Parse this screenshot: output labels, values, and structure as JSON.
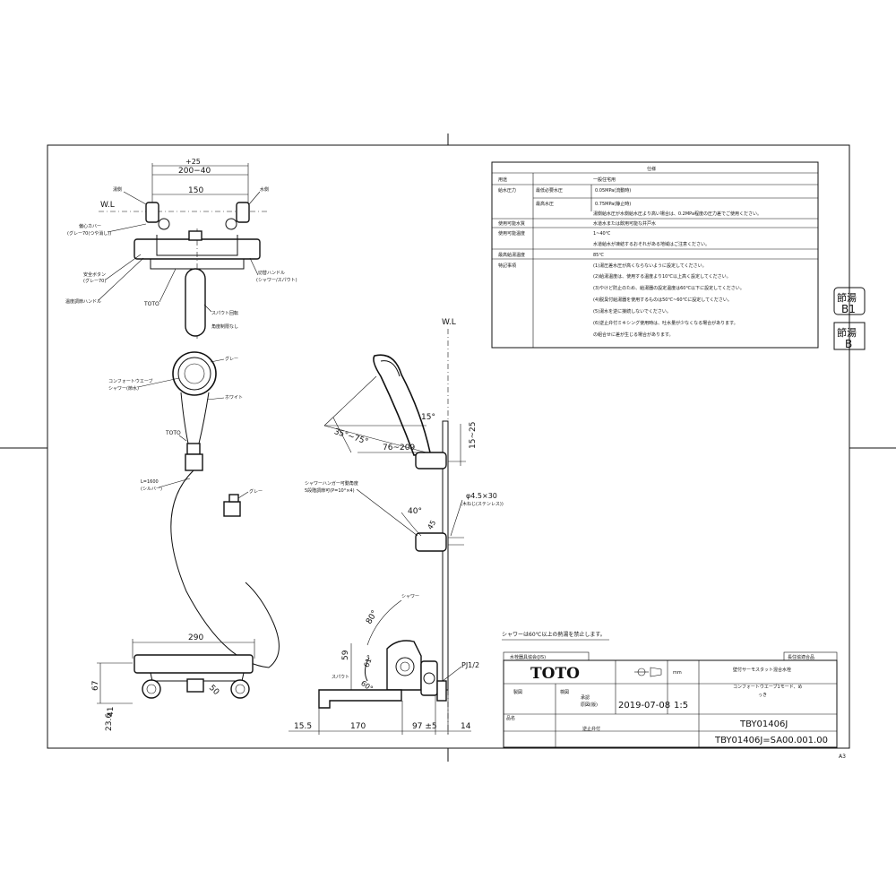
{
  "sheet": {
    "paper_size": "A3"
  },
  "top_view": {
    "dim_plus25": "+25",
    "dim_200_40": "200−40",
    "dim_150": "150",
    "wl": "W.L",
    "lbl_hot": "湯側",
    "lbl_cold": "水側",
    "lbl_cover": "偏心カバー",
    "lbl_cover_sub": "(グレー70(つや消し))",
    "lbl_safety": "安全ボタン",
    "lbl_safety_sub": "(グレー70)",
    "lbl_temp": "温度調節ハンドル",
    "lbl_switch": "切替ハンドル",
    "lbl_switch_sub": "(シャワー/スパウト)",
    "brand": "TOTO",
    "lbl_spout": "スパウト回転",
    "lbl_spout_sub": "角度制限なし"
  },
  "shower_head": {
    "lbl_name": "コンフォートウエーブ",
    "lbl_name_sub": "シャワー(節水)",
    "lbl_grey": "グレー",
    "lbl_white": "ホワイト",
    "brand": "TOTO",
    "lbl_hose": "L=1600",
    "lbl_hose_sub": "(シルバー)",
    "lbl_holder_grey": "グレー"
  },
  "side_view": {
    "wl": "W.L",
    "ang_15": "15°",
    "ang_35_75": "35°~75°",
    "dim_76_209": "76~209",
    "dim_15_25": "15~25",
    "lbl_hanger": "シャワーハンガー可動角度",
    "lbl_hanger_sub": "5段階調節可(P=10°×4)",
    "lbl_screw": "φ4.5×30",
    "lbl_screw_sub": "(木ねじ(ステンレス))",
    "ang_40": "40°",
    "dim_45": "45",
    "lbl_shower": "シャワー",
    "ang_80": "80°",
    "dim_59": "59",
    "ang_61": "61°",
    "ang_60": "60°",
    "lbl_spout": "スパウト",
    "pipe": "PJ1/2",
    "dim_15_5": "15.5",
    "dim_170": "170",
    "dim_97": "97 ±5",
    "dim_14": "14"
  },
  "front_view": {
    "dim_290": "290",
    "dim_67": "67",
    "dim_41": "41",
    "dim_23_6": "23.6",
    "dim_50": "50"
  },
  "spec_table": {
    "title": "仕様",
    "rows": [
      {
        "item": "用途",
        "sub": "",
        "value": "一般住宅用"
      },
      {
        "item": "給水圧力",
        "sub": "最低必要水圧",
        "value": "0.05MPa(流動時)"
      },
      {
        "item": "",
        "sub": "最高水圧",
        "value": "0.75MPa(静止時)"
      },
      {
        "item": "",
        "sub": "",
        "value": "湯側給水圧が水側給水圧より高い場合は、0.2MPa程度の圧力差でご使用ください。"
      },
      {
        "item": "使用可能水質",
        "sub": "",
        "value": "水道水または飲用可能な井戸水"
      },
      {
        "item": "使用可能温度",
        "sub": "",
        "value": "1~40℃"
      },
      {
        "item": "",
        "sub": "",
        "value": "水道給水が凍結するおそれがある地域はご注意ください。"
      },
      {
        "item": "最高給湯温度",
        "sub": "",
        "value": "85℃"
      },
      {
        "item": "特記事項",
        "sub": "",
        "value": "(1)湯圧差水圧が高くならないように設定してください。"
      },
      {
        "item": "",
        "sub": "",
        "value": "(2)給湯温度は、使用する温度より10℃以上高く設定してください。"
      },
      {
        "item": "",
        "sub": "",
        "value": "(3)やけど防止のため、給湯器の設定温度は60℃以下に設定してください。"
      },
      {
        "item": "",
        "sub": "",
        "value": "(4)脱臭付給湯器を使用するものは50℃~60℃に設定してください。"
      },
      {
        "item": "",
        "sub": "",
        "value": "(5)湯水を逆に接続しないでください。"
      },
      {
        "item": "",
        "sub": "",
        "value": "(6)逆止弁付ミキシング使用時は、吐水量が少なくなる場合があります。"
      },
      {
        "item": "",
        "sub": "",
        "value": "の組合せに差が生じる場合があります。"
      }
    ]
  },
  "badges": [
    {
      "label": "節湯",
      "code": "B1"
    },
    {
      "label": "節湯",
      "code": "B"
    }
  ],
  "notes": {
    "shower_note": "シャワーは60℃以上の熱湯を禁止します。"
  },
  "title_block": {
    "hdr_left": "水栓器具協会(JIS)",
    "hdr_right": "長住協適合品",
    "brand": "TOTO",
    "unit": "mm",
    "product_line1": "壁付サーモスタット混合水栓",
    "product_line2": "コンフォートウエーブ1モード、め",
    "product_line3": "っき",
    "drawn_label": "製図",
    "check_label": "検図",
    "date_label1": "承認",
    "date_label2": "原図(版)",
    "date": "2019-07-08",
    "scale": "1:5",
    "model": "TBY01406J",
    "name_label": "品名",
    "kind": "逆止弁付",
    "doc_no": "TBY01406J=SA00.001.00"
  }
}
